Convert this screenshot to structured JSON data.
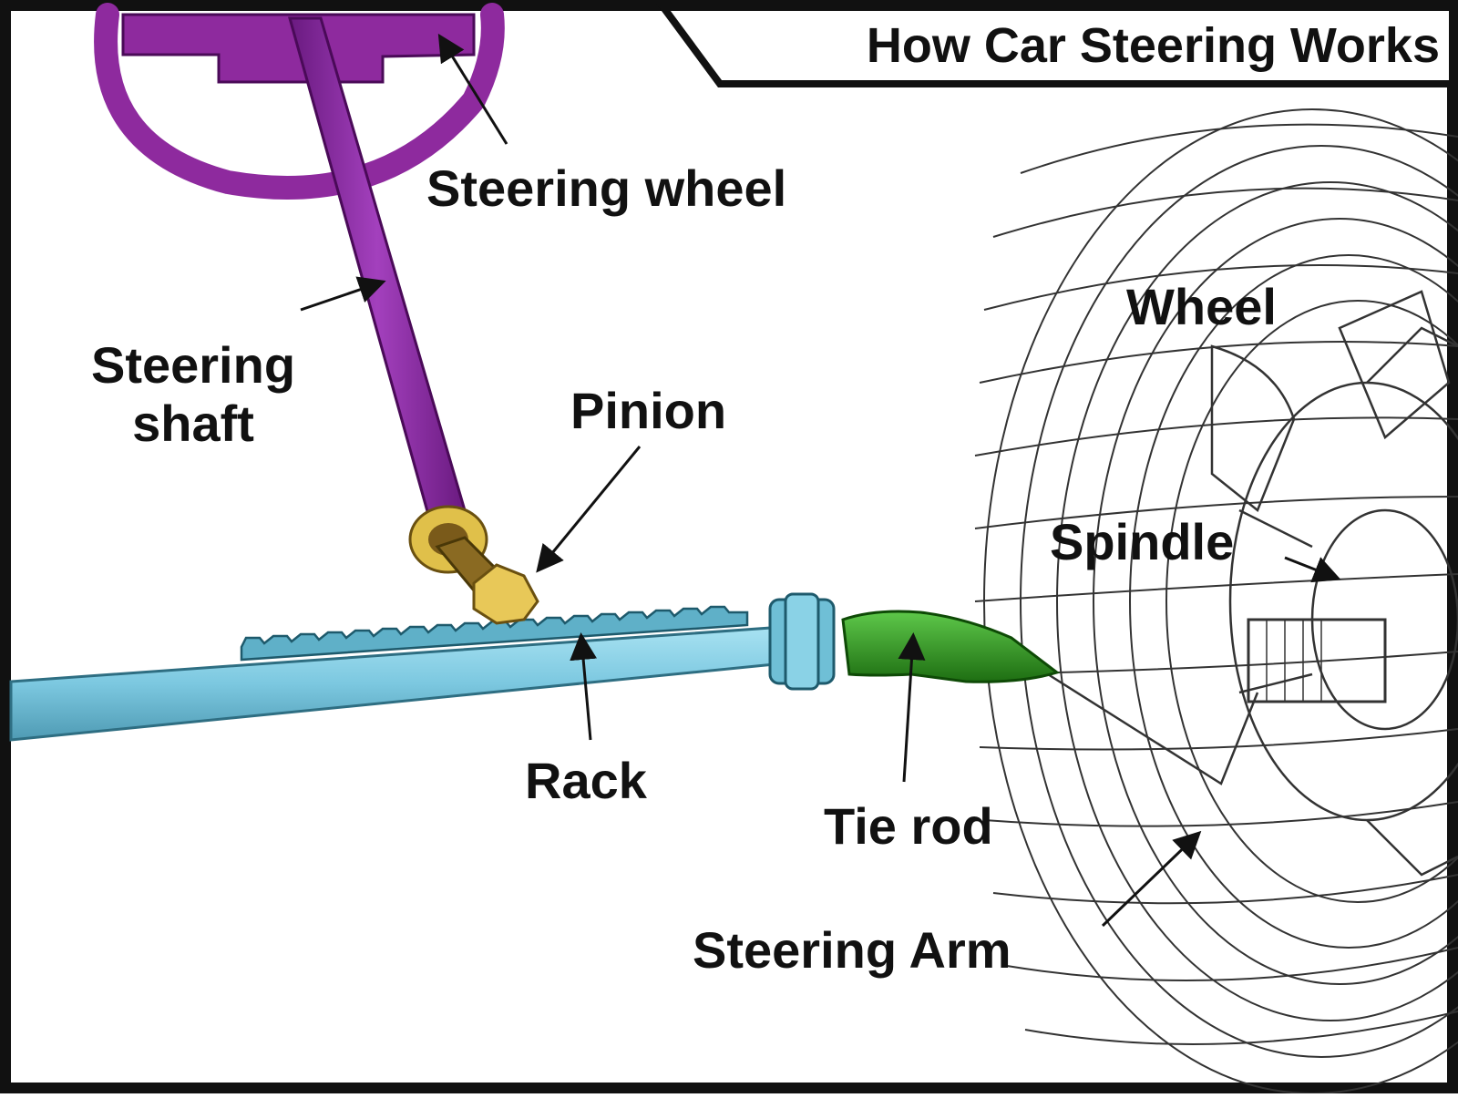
{
  "title": "How Car Steering Works",
  "labels": {
    "steering_wheel": "Steering wheel",
    "steering_shaft_line1": "Steering",
    "steering_shaft_line2": "shaft",
    "pinion": "Pinion",
    "rack": "Rack",
    "tie_rod": "Tie rod",
    "wheel": "Wheel",
    "spindle": "Spindle",
    "steering_arm": "Steering Arm"
  },
  "colors": {
    "steering_wheel": "#8e2a9e",
    "shaft": "#8a28a0",
    "pinion": "#e0c04a",
    "rack": "#7cc8e0",
    "tie_rod": "#2e8a1c",
    "wireframe": "#333333",
    "border": "#111111"
  }
}
